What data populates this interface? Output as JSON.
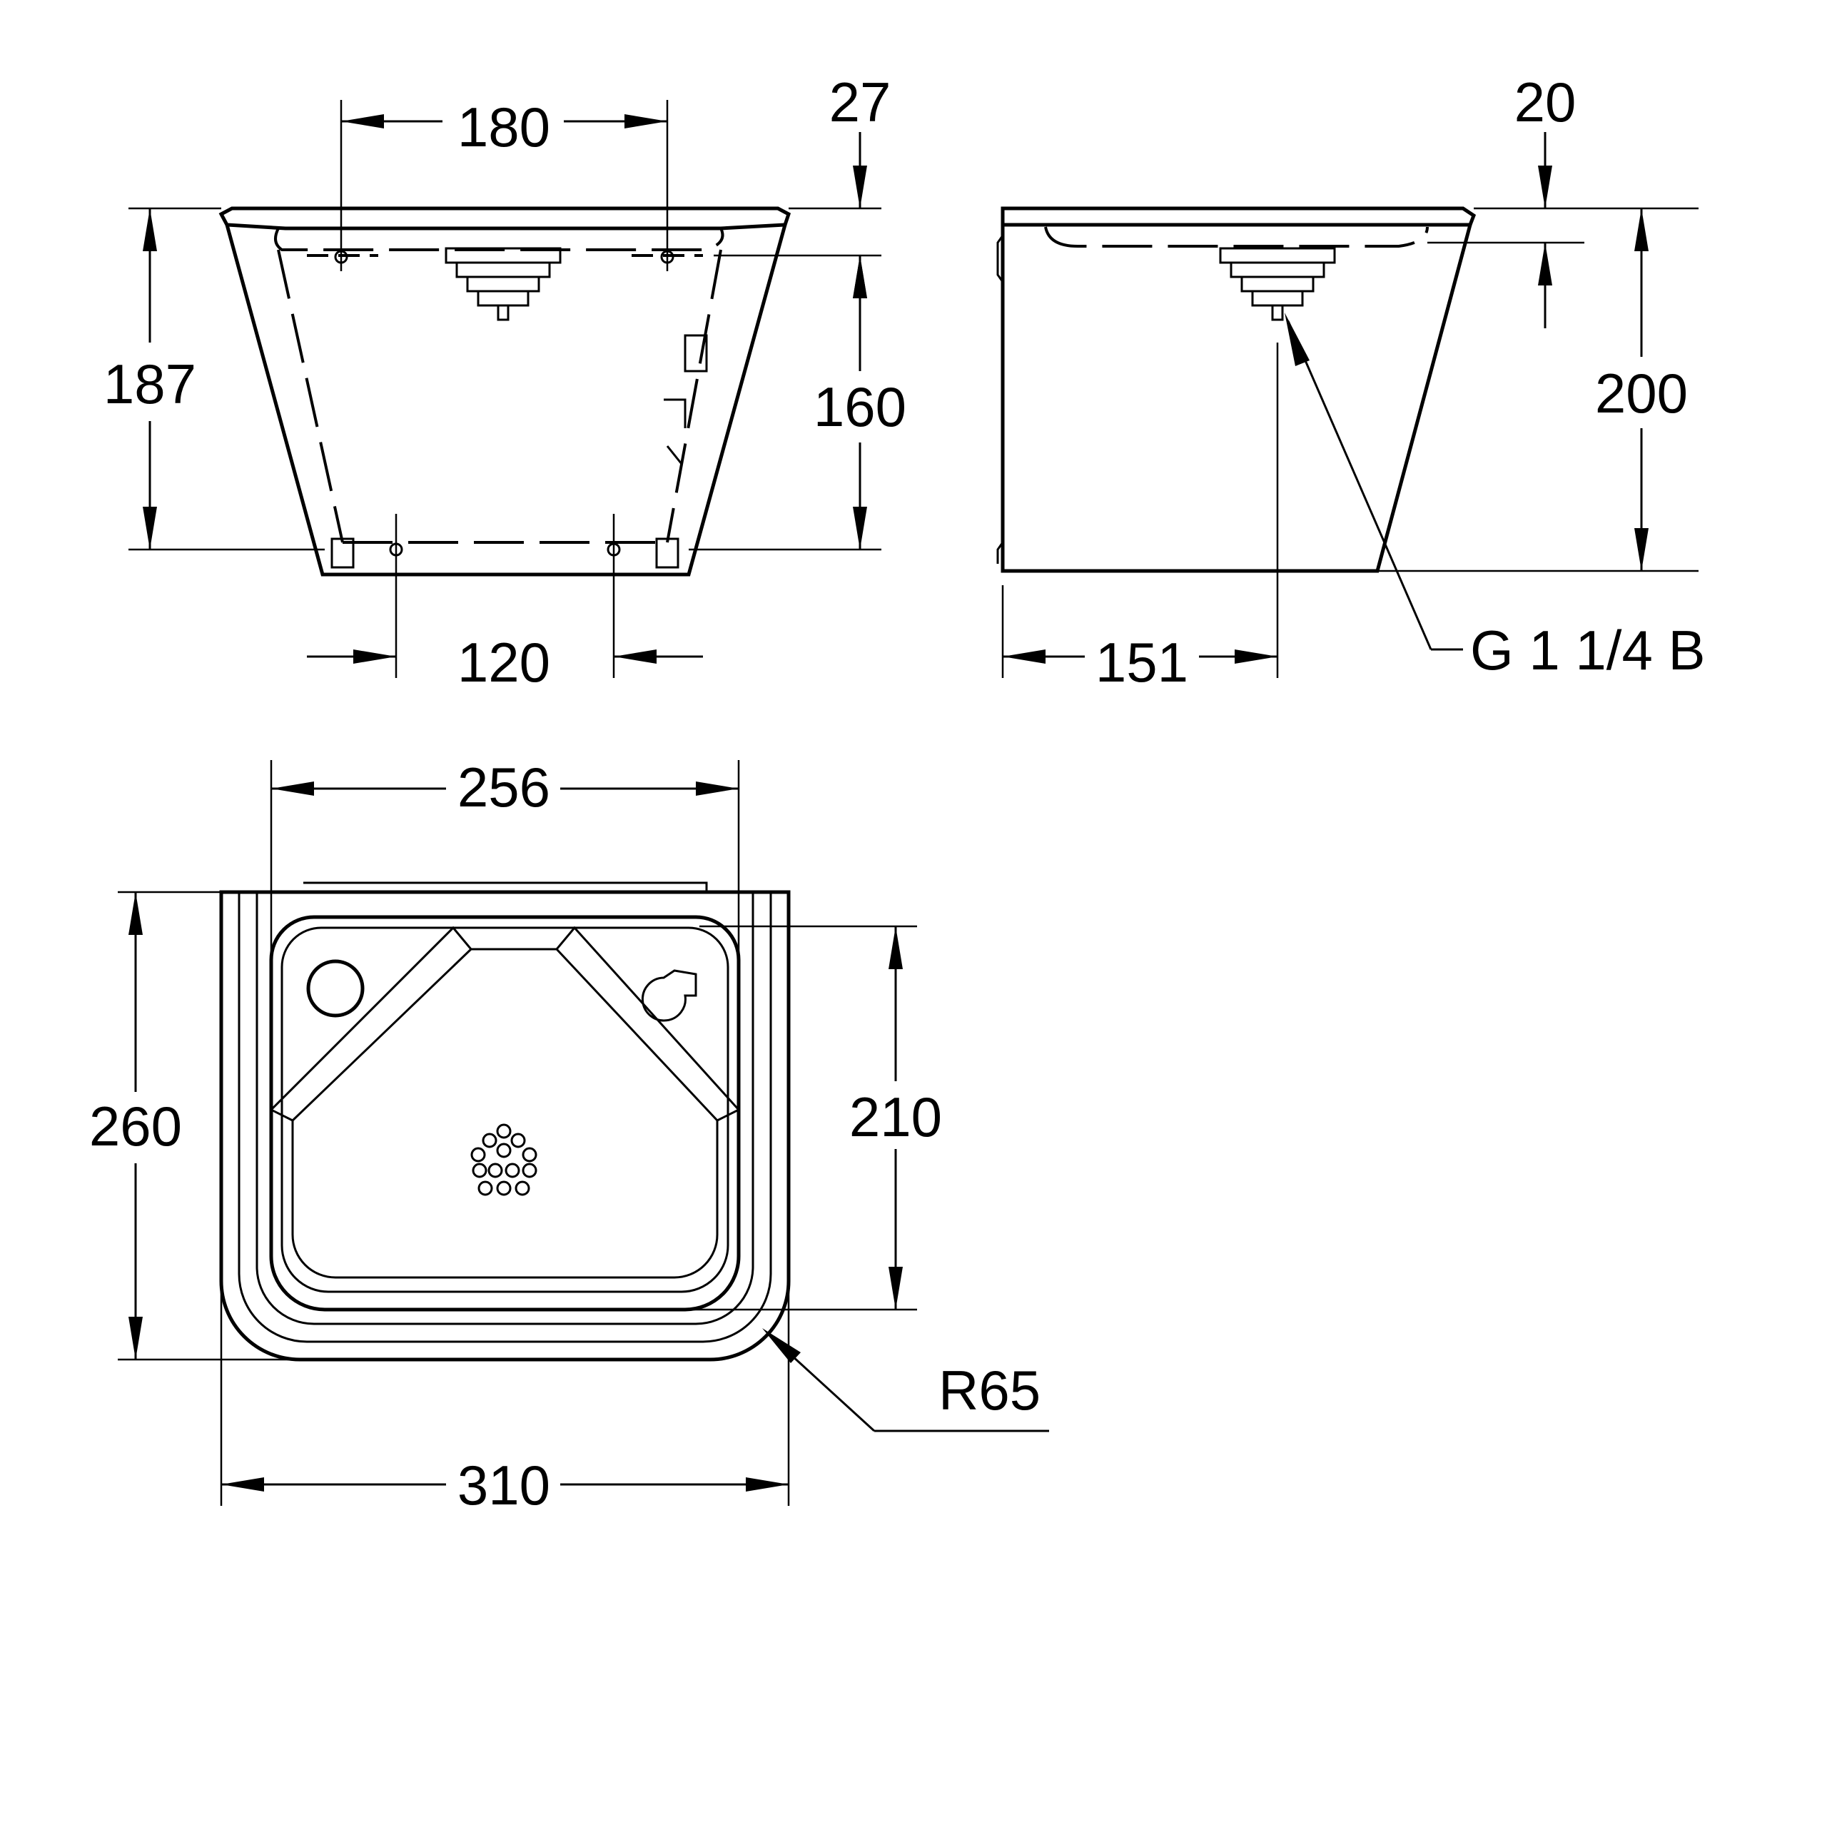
{
  "drawing": {
    "front_view": {
      "dim_top_width": "180",
      "dim_rim_height": "27",
      "dim_total_height": "187",
      "dim_inner_height": "160",
      "dim_bottom_spacing": "120"
    },
    "side_view": {
      "dim_rim": "20",
      "dim_height": "200",
      "dim_depth_to_outlet": "151",
      "outlet_thread": "G 1 1/4 B"
    },
    "plan_view": {
      "dim_inner_width": "256",
      "dim_depth": "260",
      "dim_inner_depth": "210",
      "dim_width": "310",
      "corner_radius": "R65"
    }
  }
}
